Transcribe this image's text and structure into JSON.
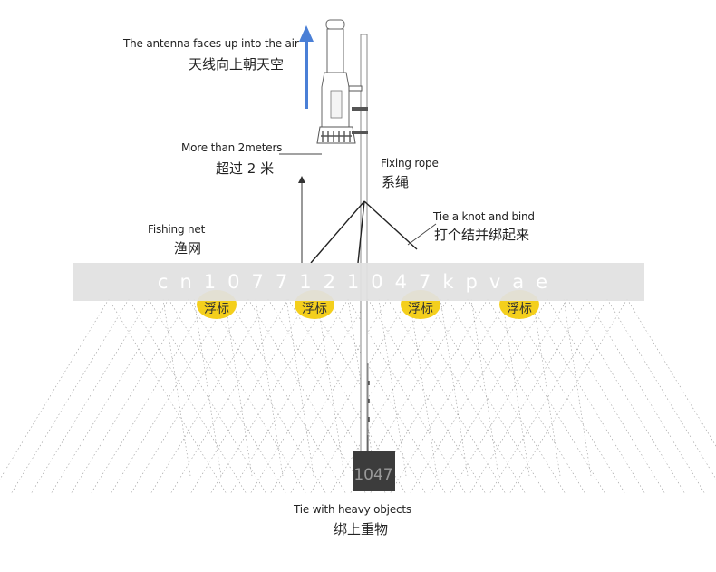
{
  "labels": {
    "antenna_en": "The antenna faces up into the air",
    "antenna_zh": "天线向上朝天空",
    "height_en": "More than 2meters",
    "height_zh": "超过 2 米",
    "rope_en": "Fixing rope",
    "rope_zh": "系绳",
    "net_en": "Fishing net",
    "net_zh": "渔网",
    "knot_en": "Tie a knot and bind",
    "knot_zh": "打个结并绑起来",
    "weight_en": "Tie with heavy objects",
    "weight_zh": "绑上重物"
  },
  "buoys": [
    "浮标",
    "浮标",
    "浮标",
    "浮标"
  ],
  "weight_block_text": "1047",
  "watermark": "cn1077121047kpvae",
  "colors": {
    "arrow": "#4a7fd6",
    "buoy": "#f4cf1c",
    "weight_block": "#3c3c3c",
    "watermark_band": "#e1e1e1"
  }
}
